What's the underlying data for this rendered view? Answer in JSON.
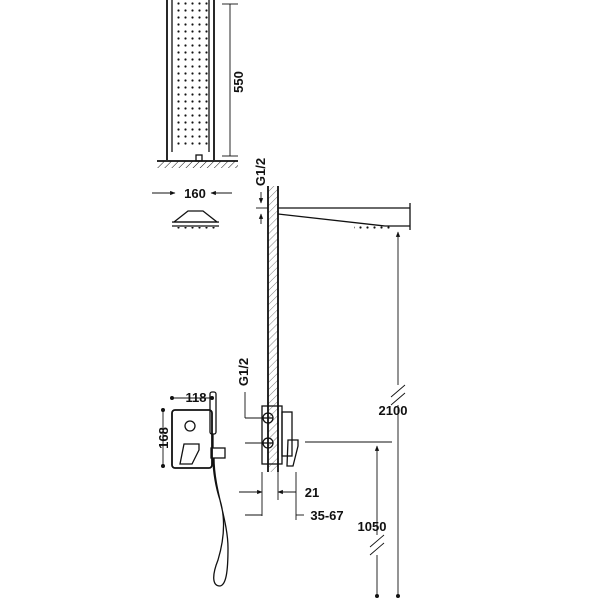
{
  "dimensions": {
    "height_panel": "550",
    "width_head": "160",
    "thread_top": "G1/2",
    "thread_mixer": "G1/2",
    "faceplate_width": "118",
    "faceplate_height": "168",
    "wall_offset": "21",
    "wall_depth": "35-67",
    "height_head": "2100",
    "height_mixer": "1050"
  }
}
